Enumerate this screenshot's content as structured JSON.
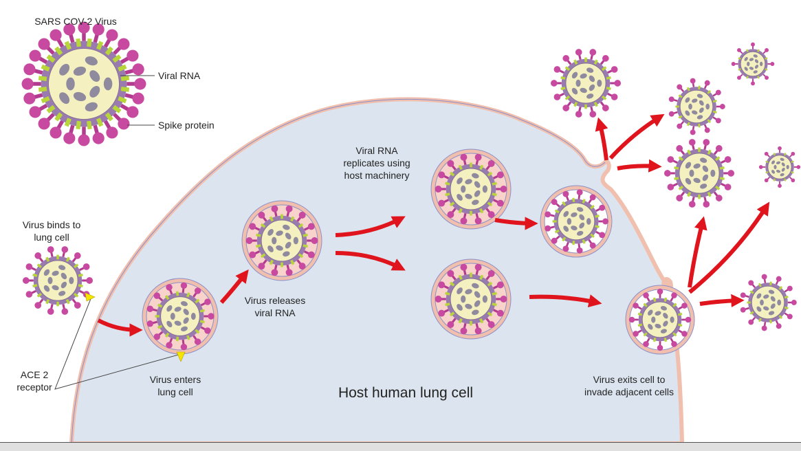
{
  "title": "SARS COV-2 Virus",
  "labels": {
    "virus_title": "SARS COV-2 Virus",
    "viral_rna": "Viral RNA",
    "spike_protein": "Spike protein",
    "binds": "Virus binds to\nlung cell",
    "ace2": "ACE 2\nreceptor",
    "enters": "Virus enters\nlung cell",
    "releases": "Virus releases\nviral RNA",
    "replicates": "Viral RNA\nreplicates using\nhost machinery",
    "host": "Host human lung cell",
    "exits": "Virus exits cell to\ninvade adjacent cells"
  },
  "colors": {
    "cell_fill": "#dce5ef",
    "membrane": "#f0bfae",
    "membrane_edge": "#8c8fc8",
    "vesicle_fill": "#f8d3cb",
    "spike": "#b23a8f",
    "spike_head": "#c84aa0",
    "envelope": "#9a7bb0",
    "green": "#b8d63a",
    "core": "#f4f0bf",
    "rna": "#8f8a9e",
    "arrow": "#e0141c",
    "receptor": "#f5e400"
  }
}
